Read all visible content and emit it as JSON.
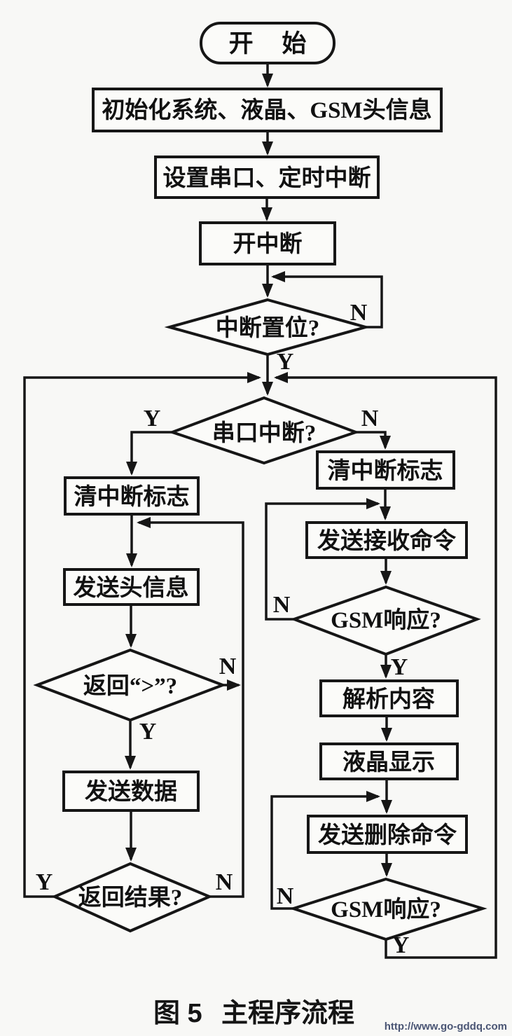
{
  "figure": {
    "caption_prefix": "图 5",
    "caption_title": "主程序流程",
    "watermark": "http://www.go-gddq.com"
  },
  "flowchart": {
    "branch_labels": {
      "yes": "Y",
      "no": "N"
    },
    "nodes": {
      "start": {
        "type": "terminator",
        "label": "开 始"
      },
      "init": {
        "type": "process",
        "label": "初始化系统、液晶、GSM头信息"
      },
      "set_serial_timer": {
        "type": "process",
        "label": "设置串口、定时中断"
      },
      "enable_interrupt": {
        "type": "process",
        "label": "开中断"
      },
      "interrupt_set": {
        "type": "decision",
        "label": "中断置位?"
      },
      "serial_interrupt": {
        "type": "decision",
        "label": "串口中断?"
      },
      "clear_flag_serial": {
        "type": "process",
        "label": "清中断标志"
      },
      "send_header": {
        "type": "process",
        "label": "发送头信息"
      },
      "return_prompt": {
        "type": "decision",
        "label": "返回“>”?"
      },
      "send_data": {
        "type": "process",
        "label": "发送数据"
      },
      "return_result": {
        "type": "decision",
        "label": "返回结果?"
      },
      "clear_flag_timer": {
        "type": "process",
        "label": "清中断标志"
      },
      "send_receive_cmd": {
        "type": "process",
        "label": "发送接收命令"
      },
      "gsm_response_recv": {
        "type": "decision",
        "label": "GSM响应?"
      },
      "parse_content": {
        "type": "process",
        "label": "解析内容"
      },
      "lcd_display": {
        "type": "process",
        "label": "液晶显示"
      },
      "send_delete_cmd": {
        "type": "process",
        "label": "发送删除命令"
      },
      "gsm_response_delete": {
        "type": "decision",
        "label": "GSM响应?"
      }
    },
    "edges": [
      {
        "from": "start",
        "to": "init"
      },
      {
        "from": "init",
        "to": "set_serial_timer"
      },
      {
        "from": "set_serial_timer",
        "to": "enable_interrupt"
      },
      {
        "from": "enable_interrupt",
        "to": "interrupt_set"
      },
      {
        "from": "interrupt_set",
        "to": "interrupt_set",
        "label": "N"
      },
      {
        "from": "interrupt_set",
        "to": "serial_interrupt",
        "label": "Y"
      },
      {
        "from": "serial_interrupt",
        "to": "clear_flag_serial",
        "label": "Y"
      },
      {
        "from": "serial_interrupt",
        "to": "clear_flag_timer",
        "label": "N"
      },
      {
        "from": "clear_flag_serial",
        "to": "send_header"
      },
      {
        "from": "send_header",
        "to": "return_prompt"
      },
      {
        "from": "return_prompt",
        "to": "send_header",
        "label": "N"
      },
      {
        "from": "return_prompt",
        "to": "send_data",
        "label": "Y"
      },
      {
        "from": "send_data",
        "to": "return_result"
      },
      {
        "from": "return_result",
        "to": "serial_interrupt",
        "label": "Y"
      },
      {
        "from": "return_result",
        "to": "send_header",
        "label": "N"
      },
      {
        "from": "clear_flag_timer",
        "to": "send_receive_cmd"
      },
      {
        "from": "send_receive_cmd",
        "to": "gsm_response_recv"
      },
      {
        "from": "gsm_response_recv",
        "to": "send_receive_cmd",
        "label": "N"
      },
      {
        "from": "gsm_response_recv",
        "to": "parse_content",
        "label": "Y"
      },
      {
        "from": "parse_content",
        "to": "lcd_display"
      },
      {
        "from": "lcd_display",
        "to": "send_delete_cmd"
      },
      {
        "from": "send_delete_cmd",
        "to": "gsm_response_delete"
      },
      {
        "from": "gsm_response_delete",
        "to": "send_delete_cmd",
        "label": "N"
      },
      {
        "from": "gsm_response_delete",
        "to": "serial_interrupt",
        "label": "Y"
      }
    ]
  }
}
